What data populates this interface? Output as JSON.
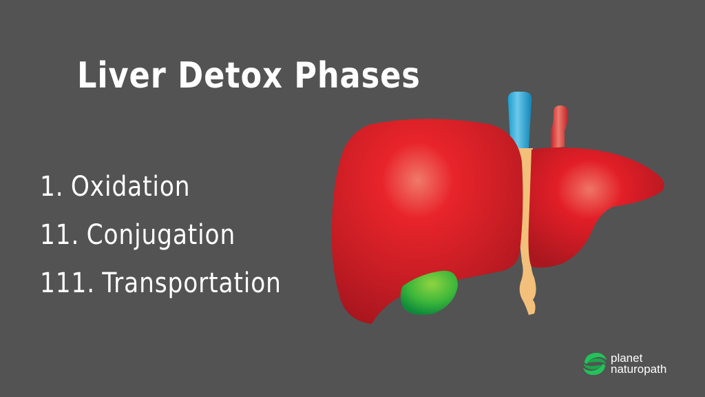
{
  "slide": {
    "title": "Liver Detox Phases",
    "phases": [
      {
        "number": "1.",
        "label": "Oxidation"
      },
      {
        "number": "11.",
        "label": "Conjugation"
      },
      {
        "number": "111.",
        "label": "Transportation"
      }
    ],
    "illustration": "liver-illustration",
    "background_color": "#535353"
  },
  "logo": {
    "line1": "planet",
    "line2": "naturopath",
    "icon": "leaf-swirl-icon",
    "accent_color": "#22c35a"
  }
}
